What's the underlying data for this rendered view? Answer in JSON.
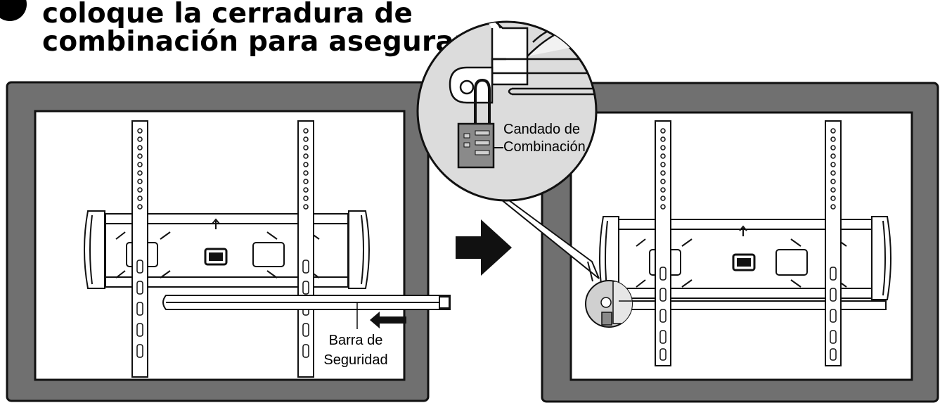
{
  "step_title": {
    "line1": "coloque la cerradura de",
    "line2": "combinación para asegurarlo"
  },
  "labels": {
    "lock_line1": "Candado de",
    "lock_line2": "Combinación",
    "bar_line1": "Barra de",
    "bar_line2": "Seguridad"
  },
  "colors": {
    "tv_frame": "#707070",
    "screen": "#ffffff",
    "lock_body": "#8a8a8a",
    "ink": "#000000"
  }
}
